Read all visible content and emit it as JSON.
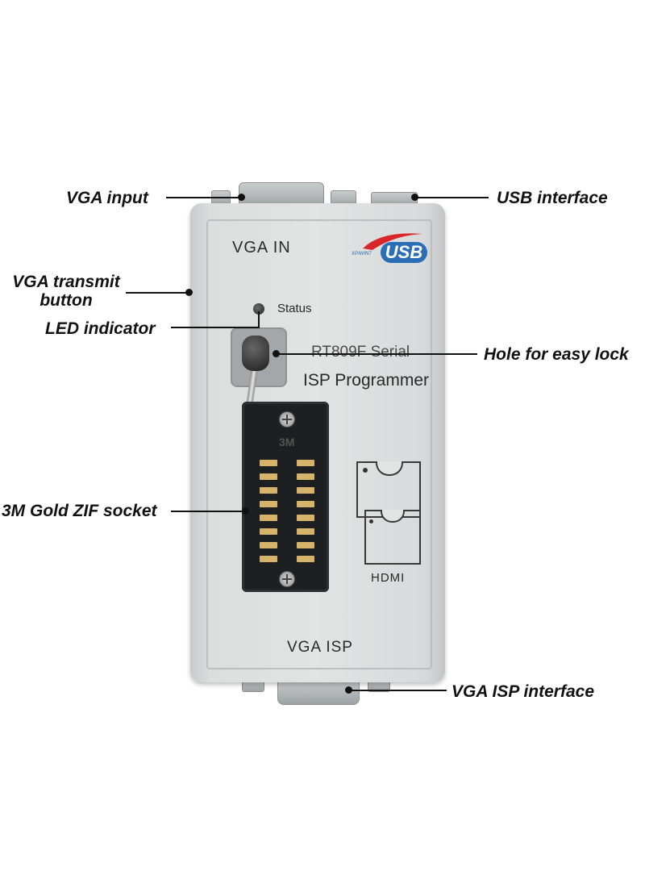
{
  "callouts": {
    "vga_input": "VGA input",
    "usb_interface": "USB interface",
    "vga_transmit_button": "VGA transmit\nbutton",
    "led_indicator": "LED indicator",
    "hole_easy_lock": "Hole for easy lock",
    "zif_socket": "3M Gold ZIF socket",
    "vga_isp_interface": "VGA ISP interface"
  },
  "device": {
    "vga_in_label": "VGA IN",
    "status_label": "Status",
    "model_line1": "RT809F Serial",
    "model_line2": "ISP Programmer",
    "usb_badge_text": "USB",
    "usb_badge_small": "XP/WIN7",
    "socket_brand": "3M",
    "hdmi_label": "HDMI",
    "vga_isp_label": "VGA ISP"
  },
  "colors": {
    "device_body": "#e2e3e3",
    "usb_red": "#d8262b",
    "usb_blue": "#2a6fb5",
    "socket": "#1e1f20"
  }
}
